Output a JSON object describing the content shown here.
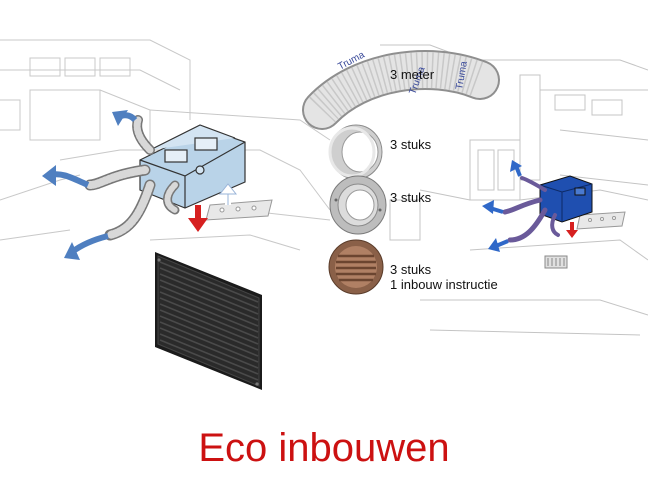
{
  "title": "Eco inbouwen",
  "colors": {
    "title": "#cc1111",
    "arrow_blue": "#4f7fc0",
    "arrow_red": "#d62020",
    "heater_light": "#b9d3e8",
    "heater_dark": "#1f4fb0",
    "duct": "#c9c9c9",
    "grille": "#1b1b1b",
    "vent_brown": "#8a6048"
  },
  "icons": {
    "hose": "flexible-hose-icon",
    "ring": "duct-ring-icon",
    "flange": "duct-flange-icon",
    "vent": "round-vent-icon",
    "grille": "rectangular-grille-icon"
  },
  "hose_print": "Truma",
  "parts": [
    {
      "qty": "3 meter"
    },
    {
      "qty": "3 stuks"
    },
    {
      "qty": "3 stuks"
    },
    {
      "qty": "3 stuks",
      "note": "1 inbouw instructie"
    }
  ]
}
